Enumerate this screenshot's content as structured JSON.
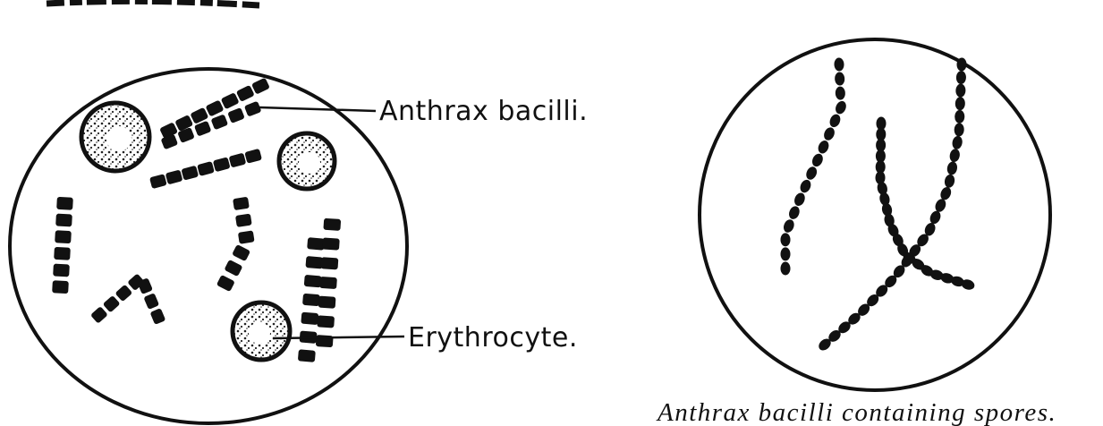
{
  "left_panel": {
    "label_bacilli": "Anthrax bacilli.",
    "label_erythrocyte": "Erythrocyte."
  },
  "right_panel": {
    "caption": "Anthrax bacilli containing spores."
  },
  "colors": {
    "ink": "#111111",
    "cell_fill": "#ffffff",
    "background": "#ffffff"
  }
}
